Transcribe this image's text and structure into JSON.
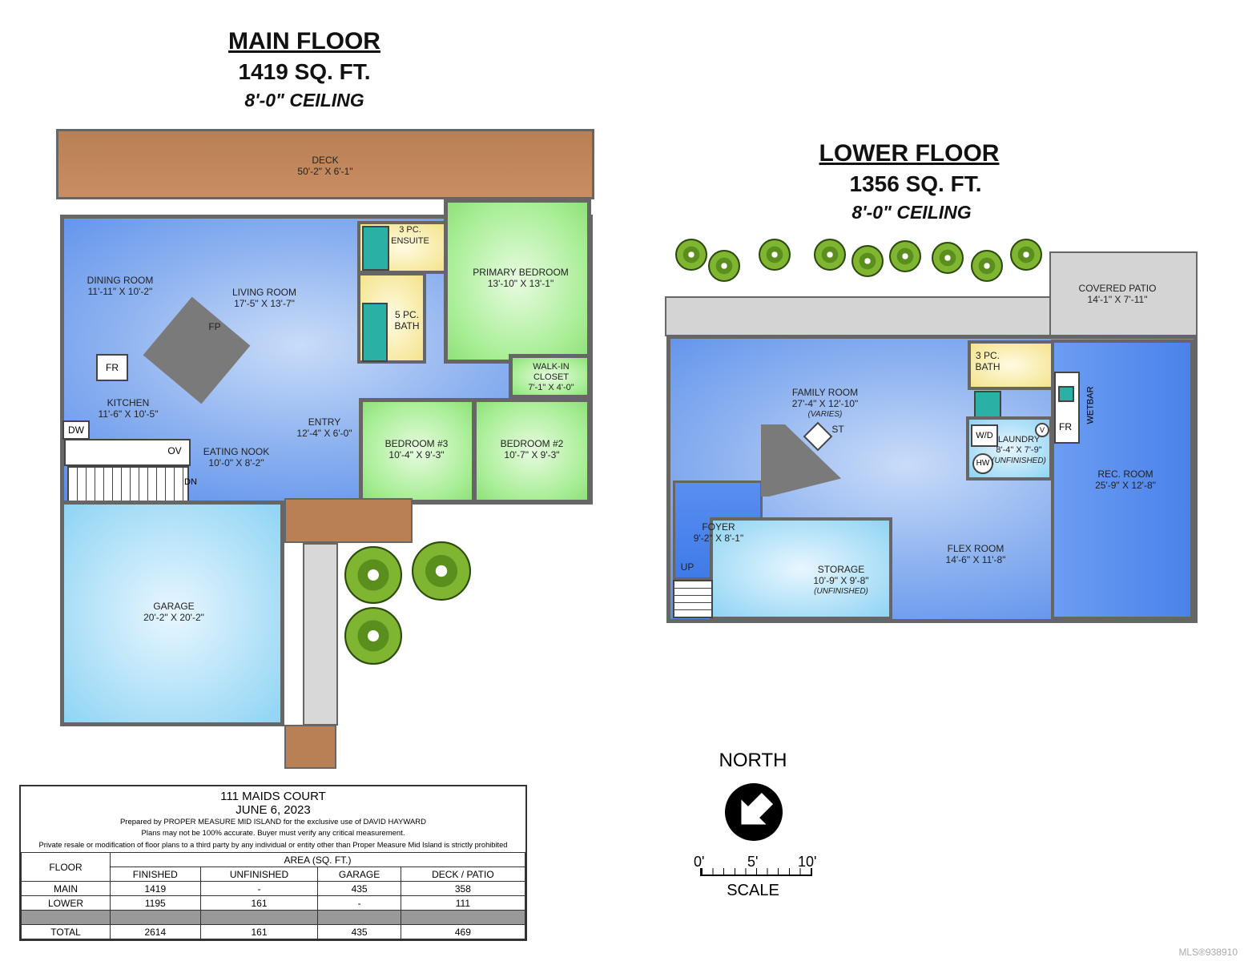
{
  "main_floor": {
    "title": "MAIN FLOOR",
    "area": "1419 SQ. FT.",
    "ceiling": "8'-0\" CEILING",
    "rooms": {
      "deck": {
        "name": "DECK",
        "dim": "50'-2\" X 6'-1\""
      },
      "dining": {
        "name": "DINING ROOM",
        "dim": "11'-11\" X 10'-2\""
      },
      "living": {
        "name": "LIVING ROOM",
        "dim": "17'-5\" X 13'-7\""
      },
      "ensuite": {
        "name": "3 PC.",
        "name2": "ENSUITE"
      },
      "bath": {
        "name": "5 PC.",
        "name2": "BATH"
      },
      "primary": {
        "name": "PRIMARY BEDROOM",
        "dim": "13'-10\" X 13'-1\""
      },
      "walkin": {
        "name": "WALK-IN",
        "name2": "CLOSET",
        "dim": "7'-1\" X 4'-0\""
      },
      "kitchen": {
        "name": "KITCHEN",
        "dim": "11'-6\" X 10'-5\""
      },
      "entry": {
        "name": "ENTRY",
        "dim": "12'-4\" X 6'-0\""
      },
      "nook": {
        "name": "EATING NOOK",
        "dim": "10'-0\" X 8'-2\""
      },
      "bed3": {
        "name": "BEDROOM #3",
        "dim": "10'-4\" X 9'-3\""
      },
      "bed2": {
        "name": "BEDROOM #2",
        "dim": "10'-7\" X 9'-3\""
      },
      "garage": {
        "name": "GARAGE",
        "dim": "20'-2\" X 20'-2\""
      }
    },
    "fixtures": {
      "fp": "FP",
      "fr": "FR",
      "dw": "DW",
      "ov": "OV",
      "dn": "DN"
    }
  },
  "lower_floor": {
    "title": "LOWER FLOOR",
    "area": "1356 SQ. FT.",
    "ceiling": "8'-0\" CEILING",
    "rooms": {
      "patio": {
        "name": "COVERED PATIO",
        "dim": "14'-1\" X 7'-11\""
      },
      "family": {
        "name": "FAMILY ROOM",
        "dim": "27'-4\" X 12'-10\"",
        "note": "(VARIES)"
      },
      "bath": {
        "name": "3 PC.",
        "name2": "BATH"
      },
      "laundry": {
        "name": "LAUNDRY",
        "dim": "8'-4\" X 7'-9\"",
        "note": "(UNFINISHED)"
      },
      "rec": {
        "name": "REC. ROOM",
        "dim": "25'-9\" X 12'-8\""
      },
      "foyer": {
        "name": "FOYER",
        "dim": "9'-2\" X 8'-1\""
      },
      "flex": {
        "name": "FLEX ROOM",
        "dim": "14'-6\" X 11'-8\""
      },
      "storage": {
        "name": "STORAGE",
        "dim": "10'-9\" X 9'-8\"",
        "note": "(UNFINISHED)"
      }
    },
    "fixtures": {
      "st": "ST",
      "wd": "W/D",
      "hw": "HW",
      "v": "V",
      "fr": "FR",
      "wetbar": "WETBAR",
      "up": "UP"
    }
  },
  "compass": {
    "label": "NORTH"
  },
  "scale": {
    "ticks": [
      "0'",
      "5'",
      "10'"
    ],
    "label": "SCALE"
  },
  "info": {
    "address": "111 MAIDS COURT",
    "date": "JUNE 6, 2023",
    "prepared": "Prepared by PROPER MEASURE MID ISLAND for the exclusive use of DAVID HAYWARD",
    "accuracy": "Plans may not be 100% accurate.  Buyer must verify any critical measurement.",
    "prohibited": "Private resale  or modification of floor plans to a third party by any individual or entity other than Proper Measure Mid Island is strictly prohibited"
  },
  "area_table": {
    "floor_header": "FLOOR",
    "area_header": "AREA (SQ. FT.)",
    "columns": [
      "FINISHED",
      "UNFINISHED",
      "GARAGE",
      "DECK / PATIO"
    ],
    "rows": [
      [
        "MAIN",
        "1419",
        "-",
        "435",
        "358"
      ],
      [
        "LOWER",
        "1195",
        "161",
        "-",
        "111"
      ]
    ],
    "total": [
      "TOTAL",
      "2614",
      "161",
      "435",
      "469"
    ]
  },
  "watermark": "MLS®938910"
}
